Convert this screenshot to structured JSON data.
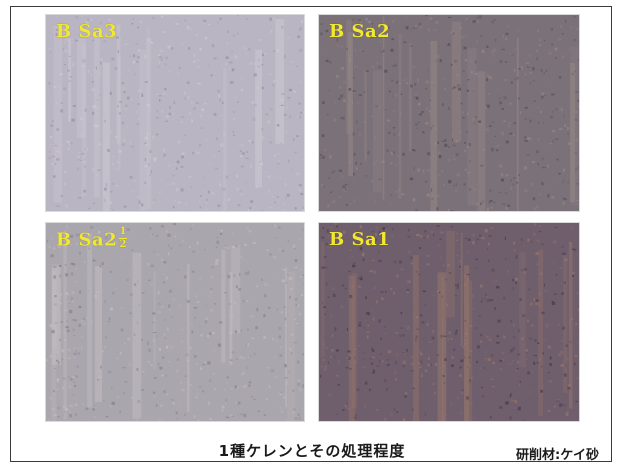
{
  "colors": {
    "label": "#f2e830",
    "frame": "#3a3a3a"
  },
  "panels": [
    {
      "label_main": "B Sa3",
      "frac_num": "",
      "frac_den": "",
      "base": "#b9b5c2",
      "noise": "#8f8a99",
      "streak": "#cfcbd6"
    },
    {
      "label_main": "B Sa2",
      "frac_num": "",
      "frac_den": "",
      "base": "#7b7179",
      "noise": "#4f4550",
      "streak": "#9a8c8a"
    },
    {
      "label_main": "B Sa2",
      "frac_num": "1",
      "frac_den": "2",
      "base": "#aaa6ad",
      "noise": "#807a86",
      "streak": "#c4c0c6"
    },
    {
      "label_main": "B Sa1",
      "frac_num": "",
      "frac_den": "",
      "base": "#6f5f6d",
      "noise": "#433344",
      "streak": "#a07a6a"
    }
  ],
  "caption": "1種ケレンとその処理程度",
  "note": "研削材:ケイ砂"
}
